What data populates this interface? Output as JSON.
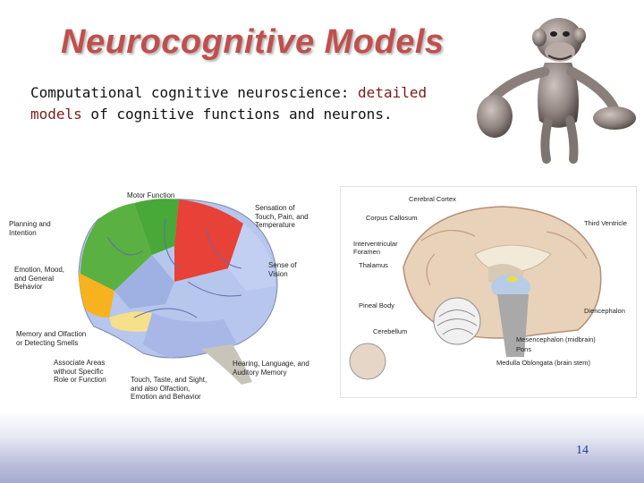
{
  "slide": {
    "title": "Neurocognitive Models",
    "subtitle_lead": "Computational cognitive neuroscience: ",
    "subtitle_highlight": "detailed models",
    "subtitle_tail": " of cognitive functions and neurons.",
    "page_number": "14"
  },
  "lobes_figure": {
    "labels": {
      "motor": "Motor Function",
      "sensation": "Sensation of\nTouch, Pain, and\nTemperature",
      "planning": "Planning and\nIntention",
      "emotion": "Emotion, Mood,\nand General\nBehavior",
      "vision": "Sense of\nVision",
      "memory": "Memory and Olfaction\nor Detecting Smells",
      "associate": "Associate Areas\nwithout Specific\nRole or Function",
      "hearing": "Hearing, Language, and\nAuditory Memory",
      "touch": "Touch, Taste, and Sight,\nand also Olfaction,\nEmotion and Behavior"
    }
  },
  "sagittal_figure": {
    "labels": {
      "cortex": "Cerebral Cortex",
      "callosum": "Corpus Callosum",
      "third_ventricle": "Third Ventricle",
      "foramen": "Interventricular\nForamen",
      "thalamus": "Thalamus",
      "pineal": "Pineal Body",
      "diencephalon": "Diencephalon",
      "cerebellum": "Cerebellum",
      "mesencephalon": "Mesencephalon (midbrain)",
      "pons": "Pons",
      "medulla": "Medulla Oblongata (brain stem)"
    }
  },
  "colors": {
    "title": "#c0504d",
    "highlight": "#7b1a1a",
    "page_number": "#1f3b9a"
  }
}
